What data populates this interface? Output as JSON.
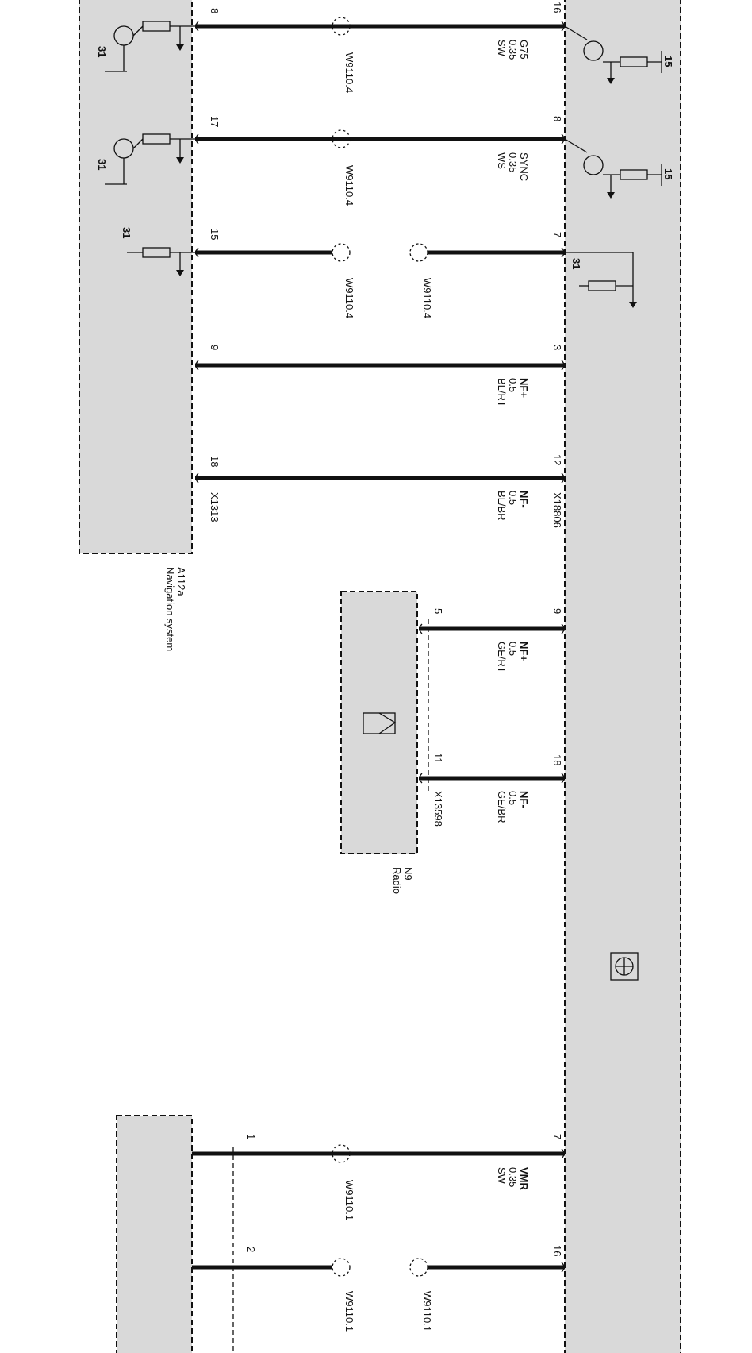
{
  "components": {
    "nav": {
      "id": "A112a",
      "name": "Navigation system",
      "connector": "X1313"
    },
    "radio": {
      "id": "N9",
      "name": "Radio",
      "connector": "X13598"
    },
    "right_connector": "X18806"
  },
  "ground_label": "31",
  "supply_label": "15",
  "wires": [
    {
      "left_pin": "8",
      "right_pin": "16",
      "signal": "G75",
      "gauge": "0.35",
      "color": "SW",
      "splices": [
        "W9110.4"
      ]
    },
    {
      "left_pin": "17",
      "right_pin": "8",
      "signal": "SYNC",
      "gauge": "0.35",
      "color": "WS",
      "splices": [
        "W9110.4"
      ]
    },
    {
      "left_pin": "15",
      "right_pin": "7",
      "signal": "",
      "gauge": "",
      "color": "",
      "splices": [
        "W9110.4",
        "W9110.4"
      ]
    },
    {
      "left_pin": "9",
      "right_pin": "3",
      "signal": "NF+",
      "gauge": "0.5",
      "color": "BL/RT",
      "splices": []
    },
    {
      "left_pin": "18",
      "right_pin": "12",
      "signal": "NF-",
      "gauge": "0.5",
      "color": "BL/BR",
      "splices": []
    },
    {
      "left_pin": "5",
      "right_pin": "9",
      "signal": "NF+",
      "gauge": "0.5",
      "color": "GE/RT",
      "splices": []
    },
    {
      "left_pin": "11",
      "right_pin": "18",
      "signal": "NF-",
      "gauge": "0.5",
      "color": "GE/BR",
      "splices": []
    },
    {
      "left_pin": "1",
      "right_pin": "7",
      "signal": "VMR",
      "gauge": "0.35",
      "color": "SW",
      "splices": [
        "W9110.1"
      ]
    },
    {
      "left_pin": "2",
      "right_pin": "16",
      "signal": "",
      "gauge": "",
      "color": "",
      "splices": [
        "W9110.1",
        "W9110.1"
      ]
    }
  ]
}
